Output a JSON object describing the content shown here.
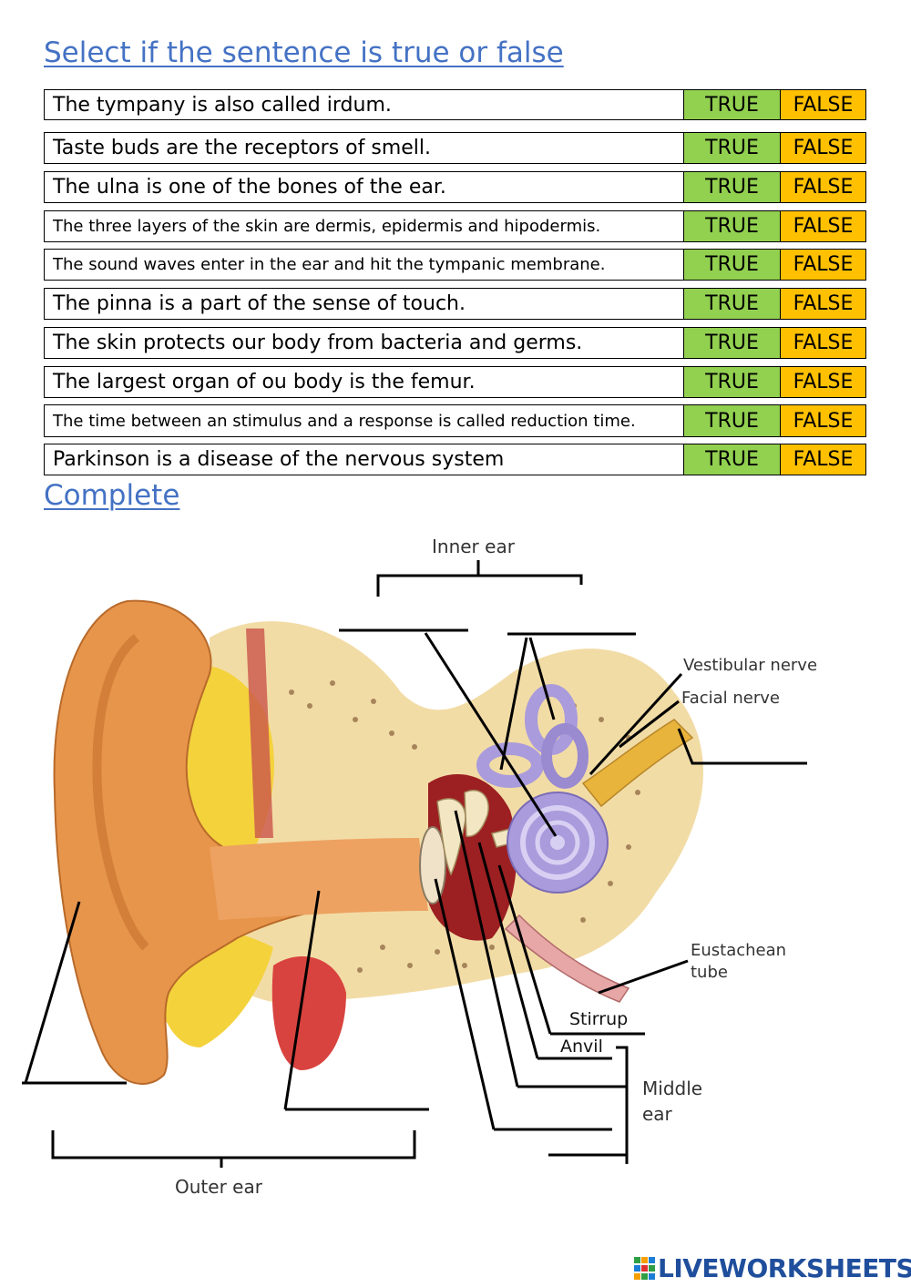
{
  "section1": {
    "heading": "Select if the sentence is true or false"
  },
  "options": {
    "true_label": "TRUE",
    "false_label": "FALSE"
  },
  "colors": {
    "heading": "#4472c4",
    "true": "#92d050",
    "false": "#ffc000",
    "brand": "#1f4e9c"
  },
  "statements": [
    "The tympany is also called irdum.",
    "Taste buds are the receptors of smell.",
    "The ulna is one of the bones of the ear.",
    "The three layers of the skin are dermis, epidermis and hipodermis.",
    "The sound waves enter in the ear and hit the tympanic membrane.",
    "The pinna is a part of the sense of touch.",
    "The skin protects our body from bacteria and germs.",
    "The largest organ of ou body is the femur.",
    "The time between an stimulus and a response is called reduction time.",
    "Parkinson is a disease of the nervous system"
  ],
  "section2": {
    "heading": "Complete"
  },
  "diagram": {
    "inner_ear": "Inner ear",
    "vestibular_nerve": "Vestibular nerve",
    "facial_nerve": "Facial  nerve",
    "eustachean_line1": "Eustachean",
    "eustachean_line2": "tube",
    "stirrup": "Stirrup",
    "anvil": "Anvil",
    "middle_ear_line1": "Middle",
    "middle_ear_line2": "ear",
    "outer_ear": "Outer ear"
  },
  "brand": {
    "name": "LIVEWORKSHEETS"
  }
}
